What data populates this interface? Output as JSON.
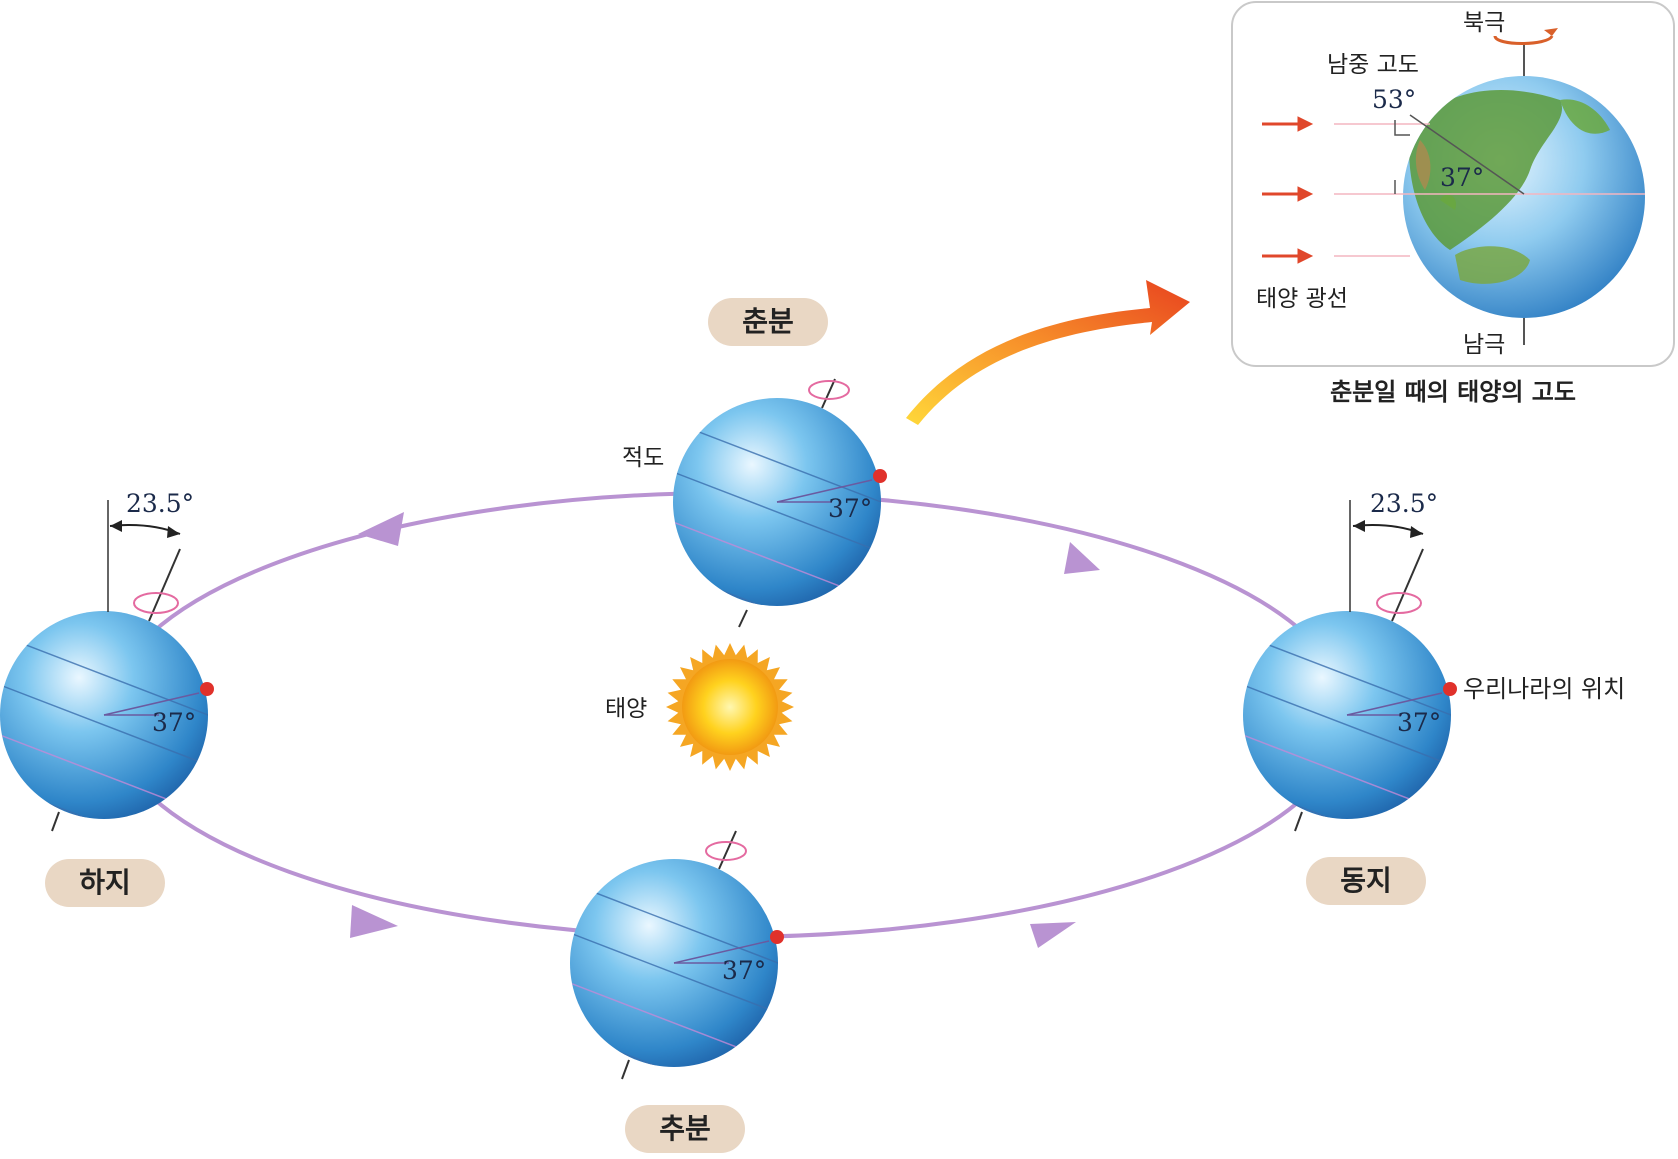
{
  "seasons": {
    "spring": "춘분",
    "summer": "하지",
    "autumn": "추분",
    "winter": "동지"
  },
  "labels": {
    "sun": "태양",
    "equator": "적도",
    "korea_location": "우리나라의 위치",
    "latitude": "37°",
    "tilt": "23.5°"
  },
  "inset": {
    "caption": "춘분일 때의 태양의 고도",
    "north_pole": "북극",
    "south_pole": "남극",
    "meridian_altitude": "남중 고도",
    "altitude_value": "53°",
    "latitude_value": "37°",
    "sun_rays": "태양 광선"
  },
  "colors": {
    "orbit": "#b993d2",
    "label_bg": "#e9d7c4",
    "marker": "#e0312b",
    "ray": "#e0472b"
  }
}
